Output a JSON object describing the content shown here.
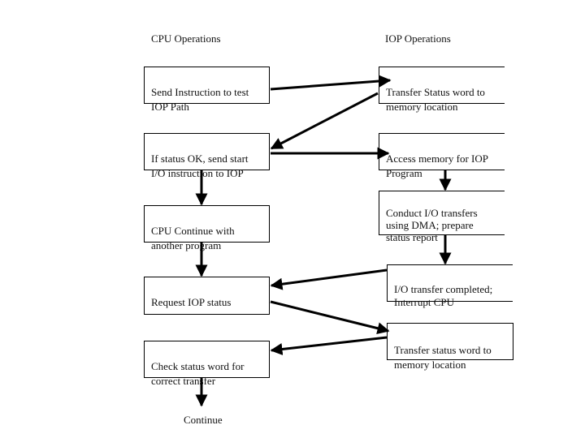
{
  "headings": {
    "cpu": "CPU Operations",
    "iop": "IOP Operations"
  },
  "cpu_steps": [
    "Send Instruction to test\nIOP Path",
    "If status OK, send start\nI/O instruction to IOP",
    "CPU Continue with\nanother program",
    "Request IOP status",
    "Check status word for\ncorrect transfer"
  ],
  "iop_steps": [
    "Transfer Status word to\nmemory location",
    "Access memory for IOP\nProgram",
    "Conduct I/O transfers\nusing DMA; prepare\nstatus report",
    "I/O transfer completed;\nInterrupt CPU",
    "Transfer status word to\nmemory location"
  ],
  "end_label": "Continue"
}
